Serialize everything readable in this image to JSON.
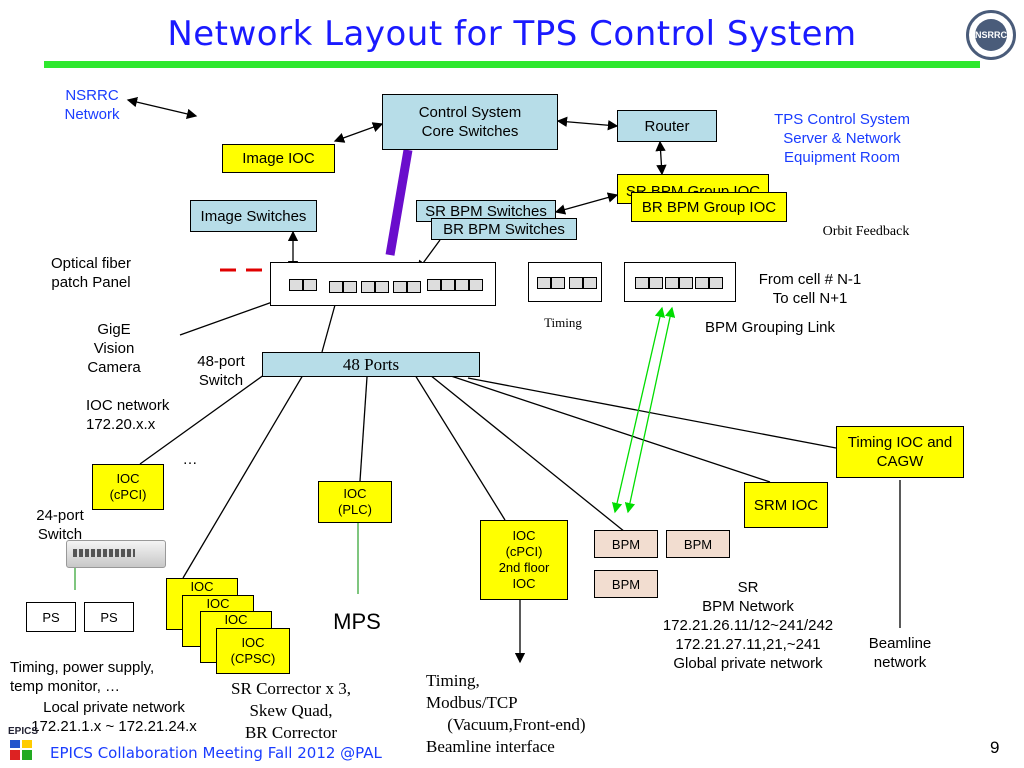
{
  "title": "Network Layout for TPS Control System",
  "logo_text": "NSRRC",
  "labels": {
    "nsrrc_network": "NSRRC\nNetwork",
    "tps_room": "TPS Control System\nServer & Network\nEquipment Room",
    "orbit_feedback": "Orbit Feedback",
    "optical_fiber": "Optical fiber\npatch Panel",
    "from_cell": "From cell # N-1\nTo cell N+1",
    "timing": "Timing",
    "bpm_grouping_link": "BPM Grouping Link",
    "gige_camera": "GigE\nVision\nCamera",
    "port48_switch": "48-port\nSwitch",
    "ioc_network": "IOC network\n172.20.x.x",
    "ellipsis": "…",
    "port24_switch": "24-port\nSwitch",
    "mps": "MPS",
    "timing_power": "Timing, power supply,\ntemp monitor, …",
    "local_private": "Local private network\n172.21.1.x ~ 172.21.24.x",
    "sr_corrector": "SR Corrector x 3,\nSkew Quad,\nBR Corrector",
    "timing_modbus": "Timing,\nModbus/TCP\n     (Vacuum,Front-end)\nBeamline interface",
    "sr_bpm_network": "SR\nBPM Network\n172.21.26.11/12~241/242\n172.21.27.11,21,~241\nGlobal private network",
    "beamline_network": "Beamline\nnetwork"
  },
  "boxes": {
    "control_core": "Control System\nCore Switches",
    "router": "Router",
    "image_ioc": "Image  IOC",
    "sr_bpm_group": "SR BPM Group IOC",
    "br_bpm_group": "BR BPM Group IOC",
    "image_switches": "Image Switches",
    "sr_bpm_switches": "SR BPM Switches",
    "br_bpm_switches": "BR BPM Switches",
    "ports48": "48 Ports",
    "timing_ioc": "Timing IOC and\nCAGW",
    "ioc_cpci": "IOC\n(cPCI)",
    "ioc_plc": "IOC\n(PLC)",
    "srm_ioc": "SRM IOC",
    "ioc_cpci_2nd": "IOC\n(cPCI)\n2nd floor\nIOC",
    "bpm1": "BPM",
    "bpm2": "BPM",
    "bpm3": "BPM",
    "ps1": "PS",
    "ps2": "PS",
    "ioc_stack_1": "IOC\n(",
    "ioc_stack_2": "IOC\n(",
    "ioc_stack_3": "IOC\n(",
    "ioc_cpsc": "IOC\n(CPSC)"
  },
  "footer": {
    "epics": "EPICS",
    "meeting": "EPICS Collaboration Meeting Fall 2012 @PAL",
    "page": "9"
  },
  "colors": {
    "title": "#1a1aff",
    "bar": "#2ee82e",
    "cyan_box": "#b7dde8",
    "yellow_box": "#ffff00",
    "purple_link": "#6a0dcc",
    "red_dash": "#e00000",
    "green_link": "#00dd00"
  }
}
